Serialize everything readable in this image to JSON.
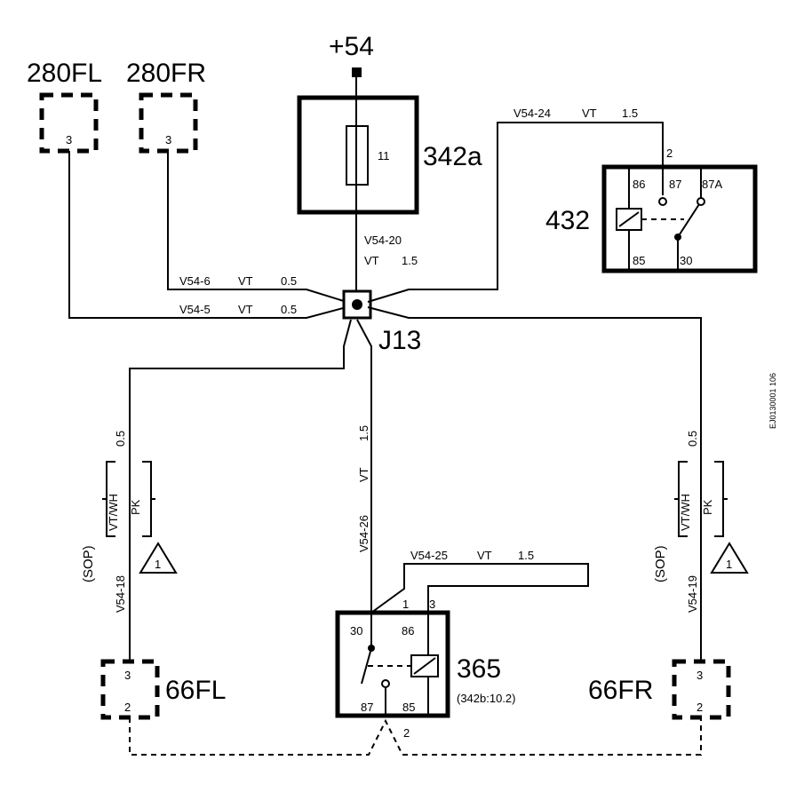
{
  "supply": {
    "label": "+54"
  },
  "fuse": {
    "component": "342a",
    "number": "11"
  },
  "wire_fuse_out": {
    "id": "V54-20",
    "color": "VT",
    "size": "1.5"
  },
  "connectors_top": {
    "fl": {
      "label": "280FL",
      "pin": "3"
    },
    "fr": {
      "label": "280FR",
      "pin": "3"
    }
  },
  "wire_fr": {
    "id": "V54-6",
    "color": "VT",
    "size": "0.5"
  },
  "wire_fl": {
    "id": "V54-5",
    "color": "VT",
    "size": "0.5"
  },
  "wire_relay432": {
    "id": "V54-24",
    "color": "VT",
    "size": "1.5",
    "pin": "2"
  },
  "relay432": {
    "label": "432",
    "pin86": "86",
    "pin87": "87",
    "pin87a": "87A",
    "pin85": "85",
    "pin30": "30"
  },
  "junction": {
    "label": "J13"
  },
  "wire_center": {
    "id": "V54-26",
    "color": "VT",
    "size": "1.5"
  },
  "left_branch": {
    "size": "0.5",
    "color_a": "VT/WH",
    "color_b": "PK",
    "sop": "(SOP)",
    "id": "V54-18",
    "note": "1"
  },
  "right_branch": {
    "size": "0.5",
    "color_a": "VT/WH",
    "color_b": "PK",
    "sop": "(SOP)",
    "id": "V54-19",
    "note": "1"
  },
  "wire_relay365": {
    "id": "V54-25",
    "color": "VT",
    "size": "1.5",
    "pin1": "1",
    "pin3": "3"
  },
  "relay365": {
    "label": "365",
    "ref": "(342b:10.2)",
    "pin30": "30",
    "pin86": "86",
    "pin87": "87",
    "pin85": "85",
    "ground_pin": "2"
  },
  "conn_66fl": {
    "label": "66FL",
    "pin3": "3",
    "pin2": "2"
  },
  "conn_66fr": {
    "label": "66FR",
    "pin3": "3",
    "pin2": "2"
  },
  "doc_code": "EJ0130001 106"
}
